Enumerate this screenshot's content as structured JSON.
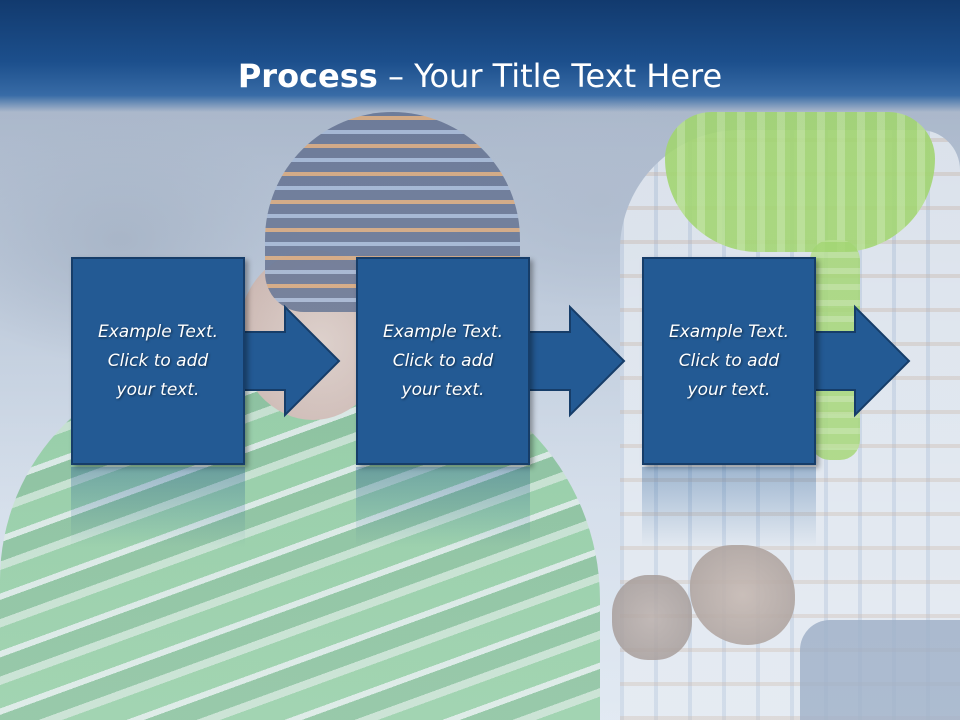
{
  "title": {
    "bold": "Process",
    "rest": " – Your Title Text Here"
  },
  "steps": [
    {
      "text": "Example Text.\nClick  to add\nyour text."
    },
    {
      "text": "Example Text.\nClick  to add\nyour text."
    },
    {
      "text": "Example Text.\nClick  to add\nyour text."
    }
  ],
  "colors": {
    "box_fill": "#235a94",
    "box_border": "#163d69",
    "title_band": "#1c4f8c",
    "text": "#ffffff"
  }
}
